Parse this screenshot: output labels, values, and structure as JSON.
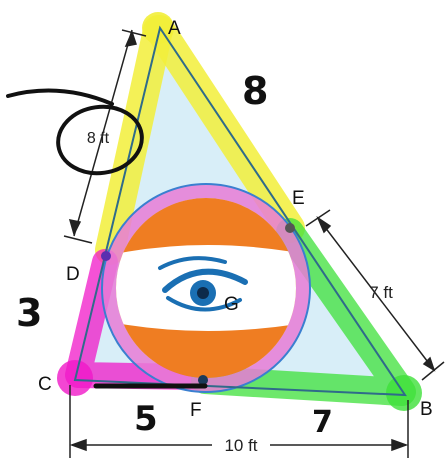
{
  "figure": {
    "vertices": {
      "A": "A",
      "B": "B",
      "C": "C",
      "D": "D",
      "E": "E",
      "F": "F",
      "G": "G"
    },
    "dimensions": {
      "left": "8 ft",
      "right": "7 ft",
      "bottom": "10 ft"
    },
    "handwritten": {
      "ad": "8",
      "dc": "3",
      "cf": "5",
      "fb": "7"
    },
    "highlight_colors": {
      "AD": "#f2ee3a",
      "DC": "#f018c8",
      "EB": "#3ee03a",
      "circle": "#e87bd6",
      "triangle_fill": "#d8eef8"
    },
    "logo_icons": [
      "eye-logo-icon"
    ]
  }
}
